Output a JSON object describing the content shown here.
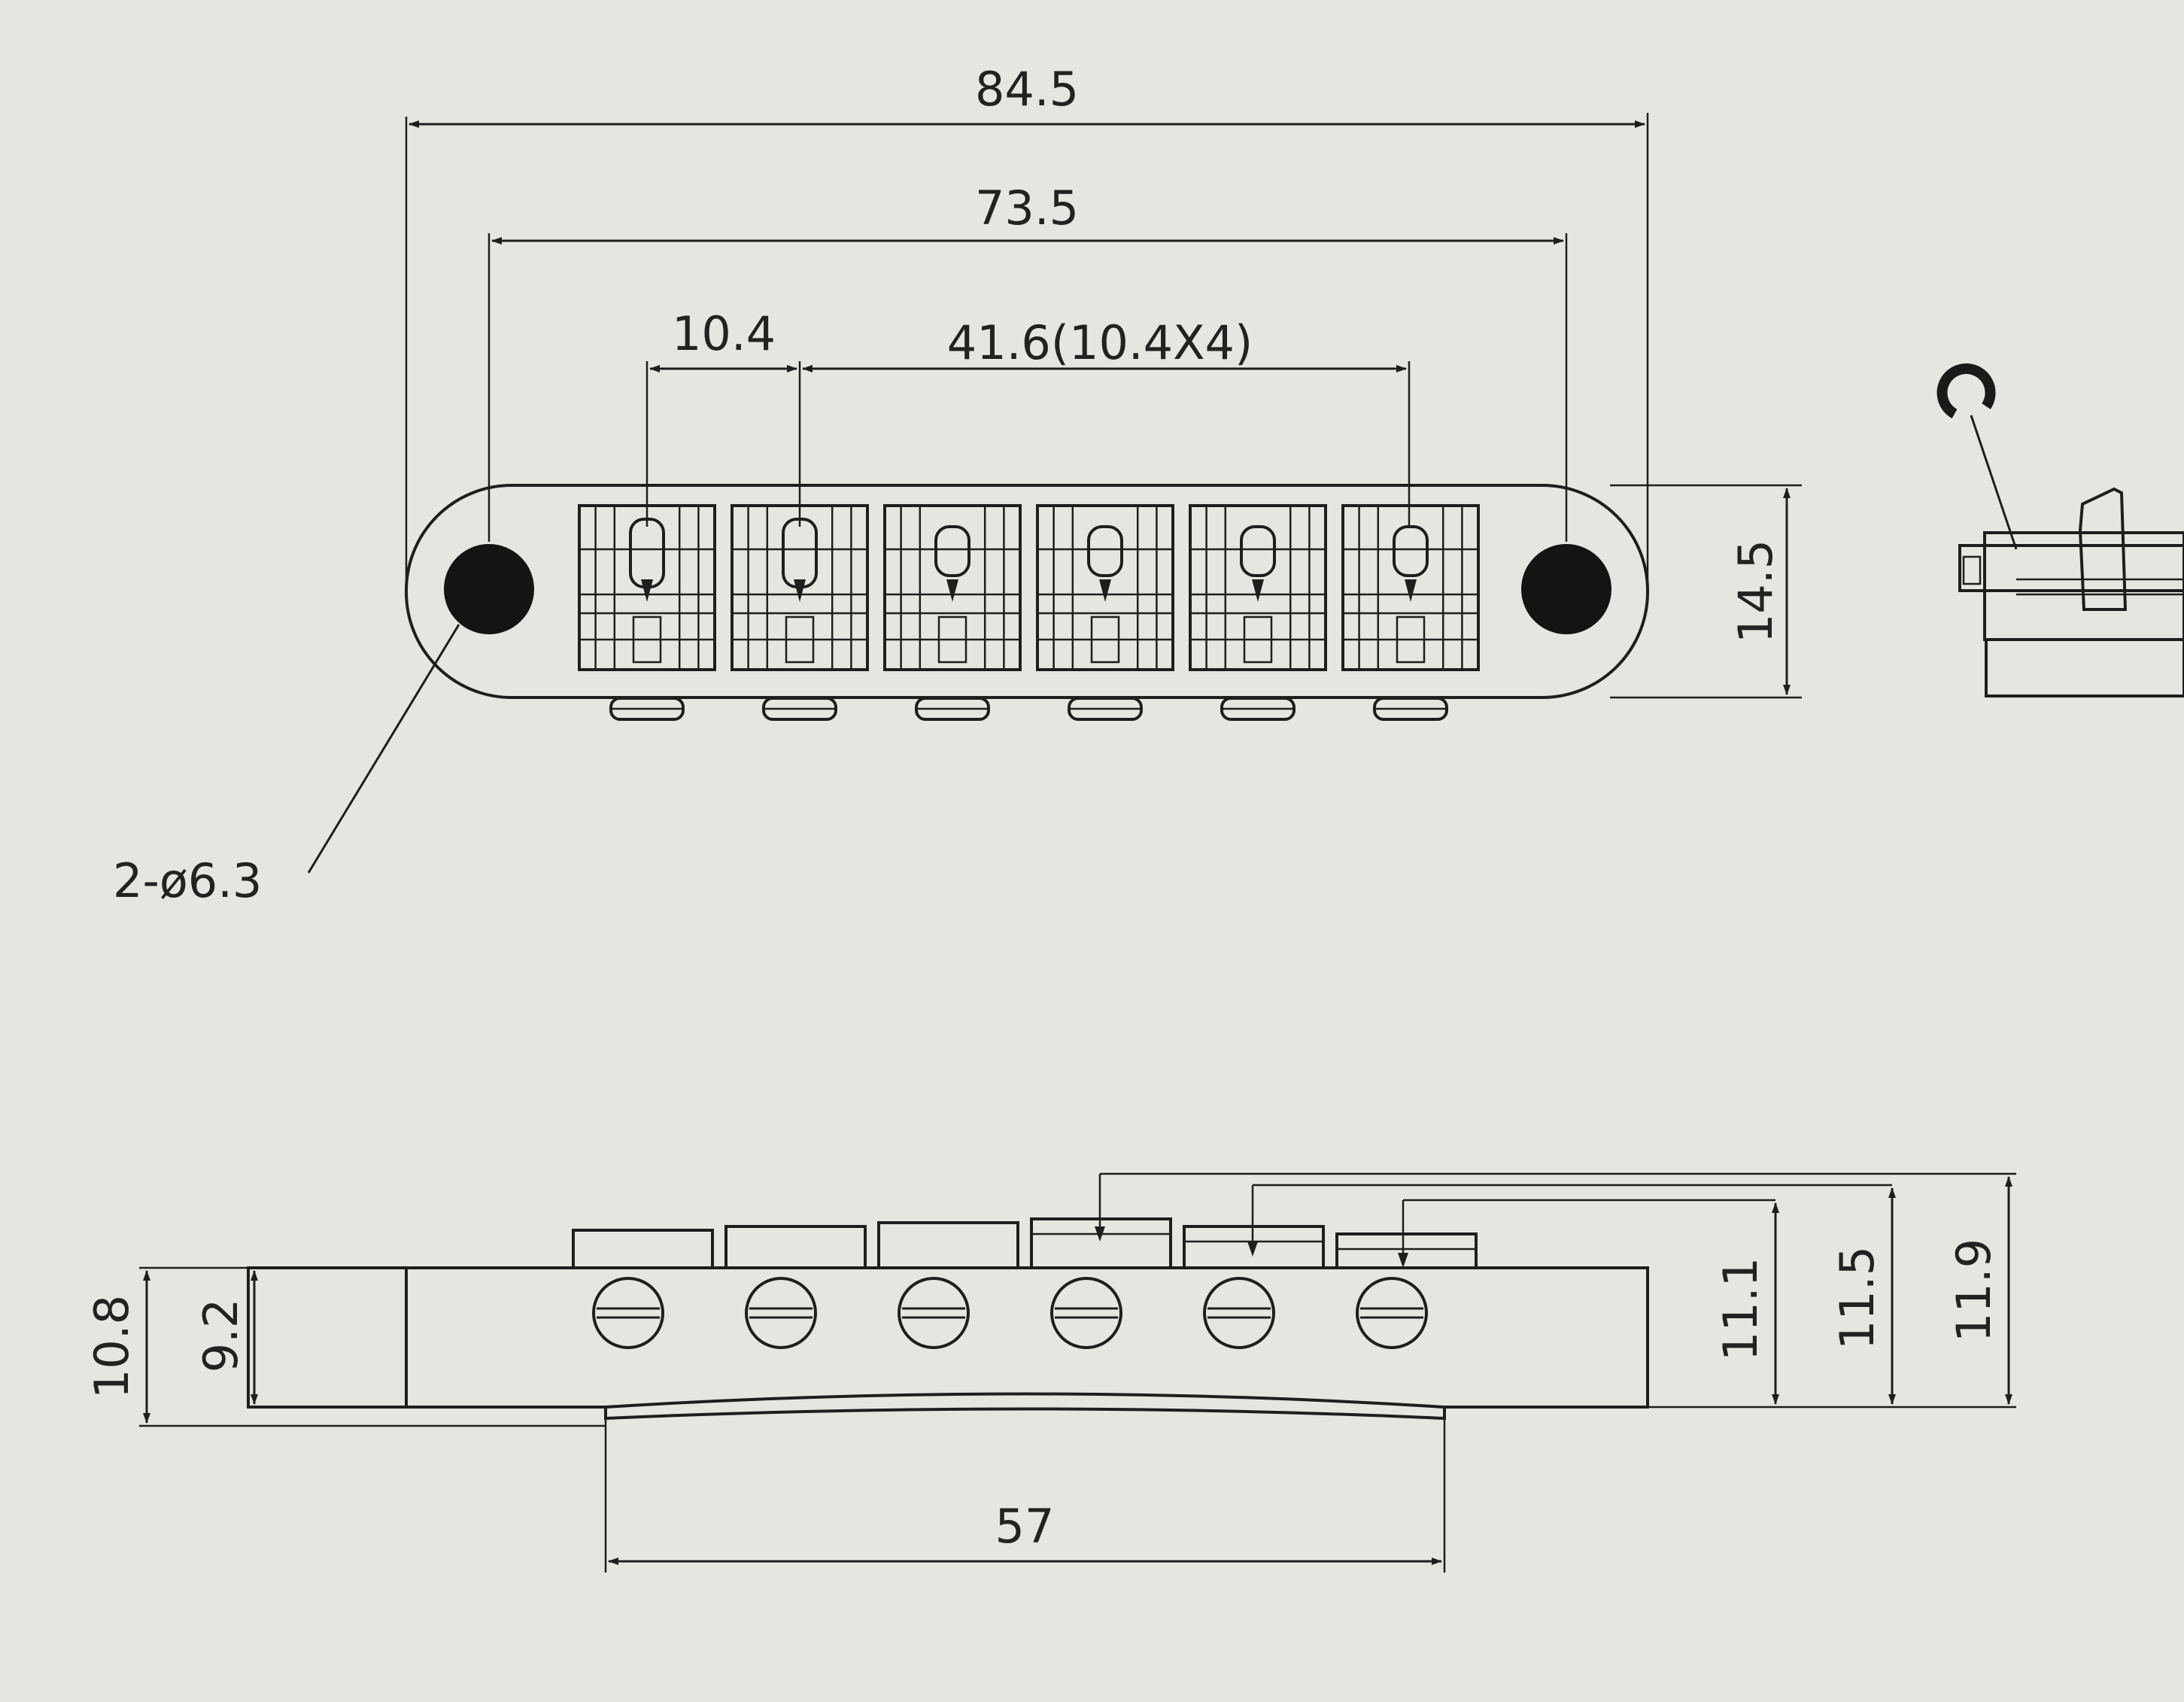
{
  "dimensions": {
    "overall_length": "84.5",
    "post_spacing": "73.5",
    "string_spacing": "10.4",
    "total_string_spacing": "41.6(10.4X4)",
    "body_height": "14.5",
    "mounting_holes": "2-ø6.3",
    "side_height_outer": "10.8",
    "side_height_inner": "9.2",
    "saddle_height_1": "11.1",
    "saddle_height_2": "11.5",
    "saddle_height_3": "11.9",
    "base_width": "57"
  },
  "colors": {
    "paper": "#e6e6e1",
    "ink": "#1e1e1e"
  }
}
